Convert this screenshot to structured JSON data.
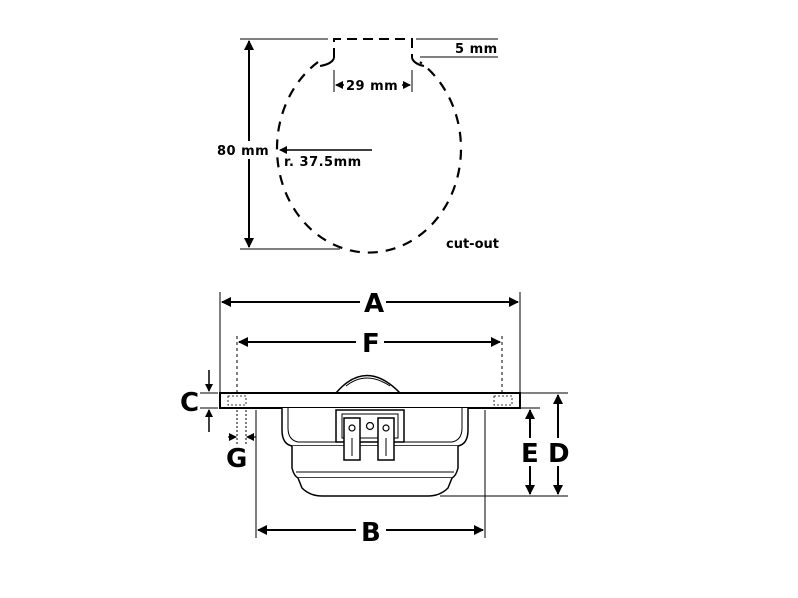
{
  "cutout": {
    "height_label": "80 mm",
    "notch_height_label": "5 mm",
    "notch_width_label": "29 mm",
    "radius_label": "r. 37.5mm",
    "caption": "cut-out"
  },
  "speaker": {
    "dim_a": "A",
    "dim_b": "B",
    "dim_c": "C",
    "dim_d": "D",
    "dim_e": "E",
    "dim_f": "F",
    "dim_g": "G"
  },
  "colors": {
    "line": "#000000",
    "background": "#ffffff"
  }
}
